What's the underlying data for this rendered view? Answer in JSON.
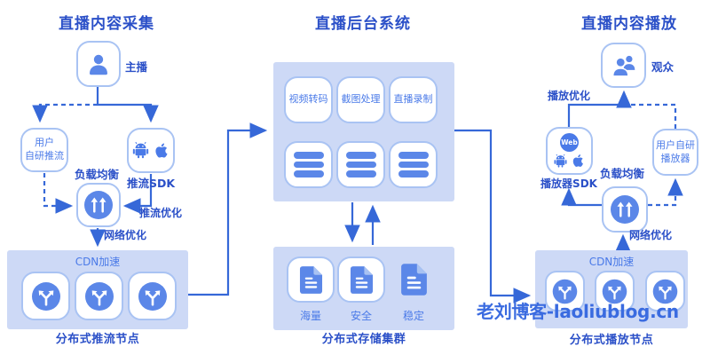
{
  "colors": {
    "accent_dark": "#2b50c8",
    "accent_mid": "#4a7ae8",
    "icon_blue": "#5b87e8",
    "panel_blue": "#cdd9f6",
    "border_blue": "#a9c3f3",
    "arrow_blue": "#3668d8",
    "watermark_blue": "#3a6be0"
  },
  "capture": {
    "title": "直播内容采集",
    "anchor": "主播",
    "custom_push": [
      "用户",
      "自研推流"
    ],
    "sdk": "推流SDK",
    "load_balance": "负载均衡",
    "push_opt": "推流优化",
    "net_opt": "网络优化",
    "cdn": "CDN加速",
    "caption": "分布式推流节点"
  },
  "backend": {
    "title": "直播后台系统",
    "services": [
      "视频转码",
      "截图处理",
      "直播录制"
    ],
    "storage": [
      "海量",
      "安全",
      "稳定"
    ],
    "caption": "分布式存储集群"
  },
  "playback": {
    "title": "直播内容播放",
    "audience": "观众",
    "play_opt": "播放优化",
    "web_badge": "Web",
    "sdk": "播放器SDK",
    "custom_player": [
      "用户自研",
      "播放器"
    ],
    "load_balance": "负载均衡",
    "net_opt": "网络优化",
    "cdn": "CDN加速",
    "caption": "分布式播放节点"
  },
  "watermark": "老刘博客-laoliublog.cn"
}
